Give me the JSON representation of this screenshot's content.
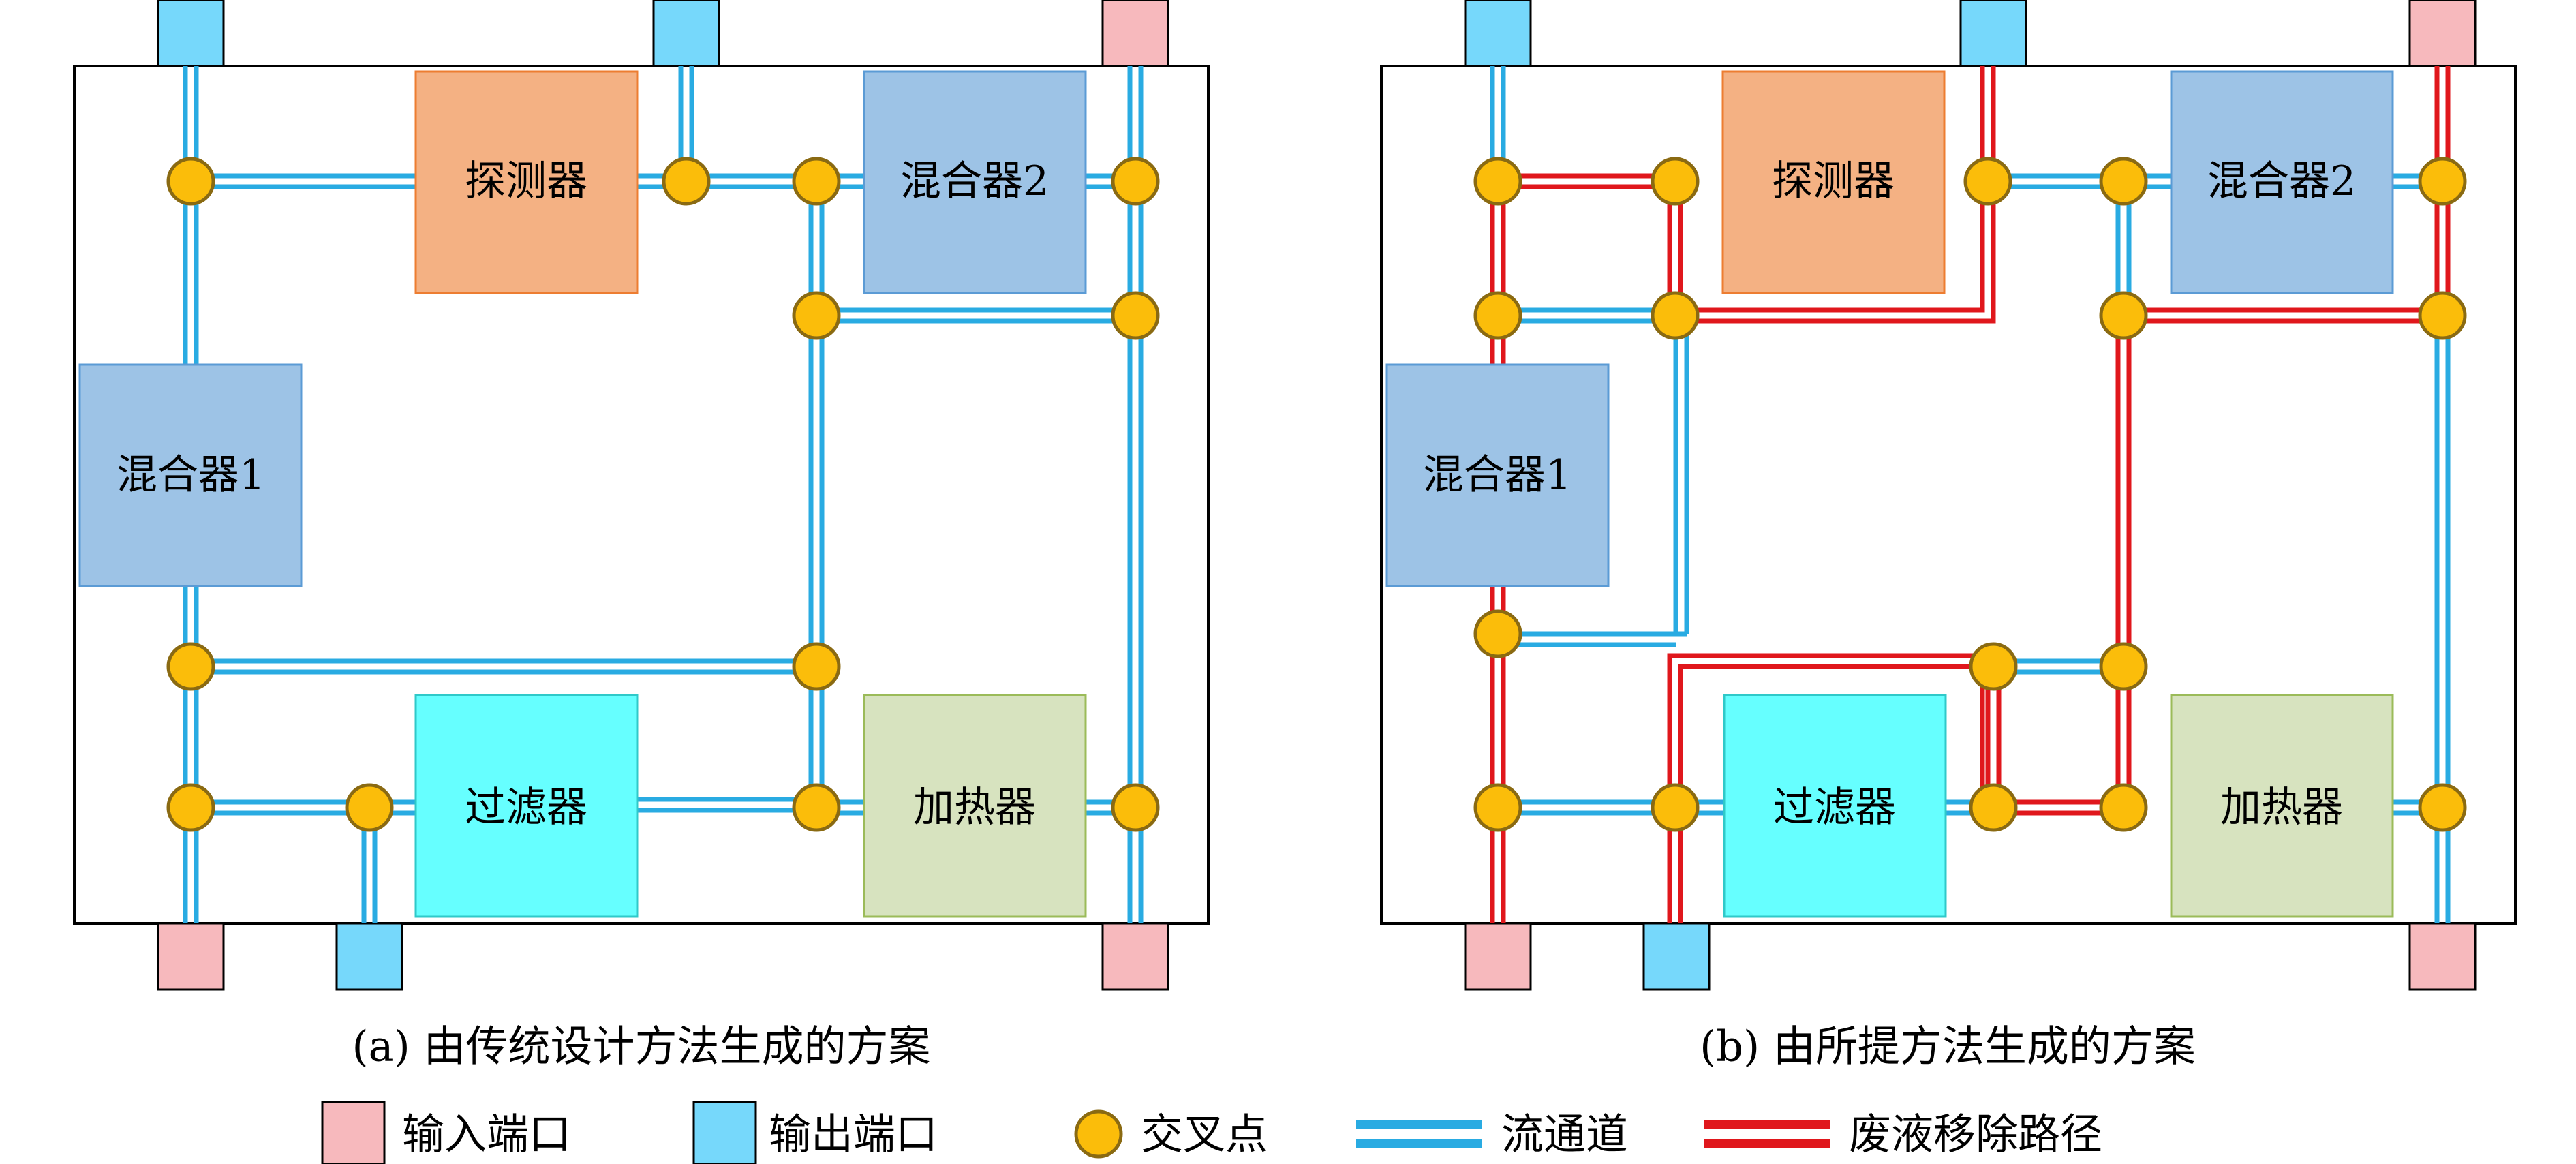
{
  "colors": {
    "frame": "#000000",
    "flow_channel": "#29abe2",
    "waste_path": "#e0171c",
    "junction_fill": "#fbbd0a",
    "junction_stroke": "#8a6a12",
    "input_port": "#f7b9bd",
    "output_port": "#76d8fb",
    "detector": "#f4b183",
    "mixer": "#9dc3e6",
    "filter": "#66ffff",
    "heater": "#d7e3bf"
  },
  "panels": [
    {
      "caption": "(a) 由传统设计方法生成的方案",
      "modules": {
        "detector": "探测器",
        "mixer1": "混合器1",
        "mixer2": "混合器2",
        "filter": "过滤器",
        "heater": "加热器"
      }
    },
    {
      "caption": "(b) 由所提方法生成的方案",
      "modules": {
        "detector": "探测器",
        "mixer1": "混合器1",
        "mixer2": "混合器2",
        "filter": "过滤器",
        "heater": "加热器"
      }
    }
  ],
  "legend": {
    "input_port": "输入端口",
    "output_port": "输出端口",
    "junction": "交叉点",
    "flow_channel": "流通道",
    "waste_path": "废液移除路径"
  }
}
